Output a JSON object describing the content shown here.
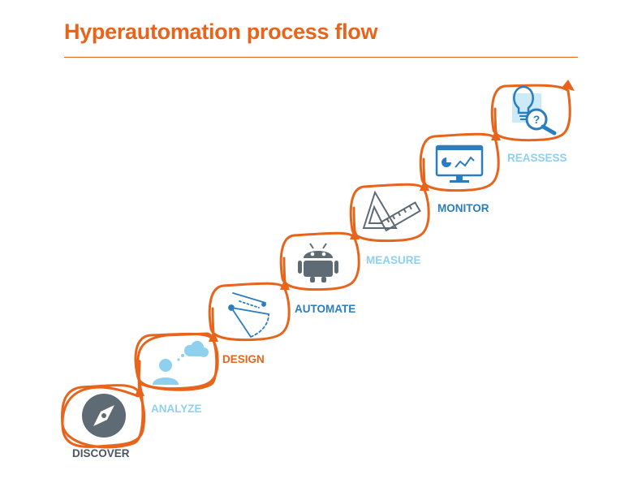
{
  "title": "Hyperautomation process flow",
  "colors": {
    "accent": "#e8641b",
    "icon_gray": "#5f6b74",
    "icon_blue": "#2a7dbf",
    "icon_light_blue": "#8ed0ee",
    "label_gray": "#4b5560",
    "label_light_blue": "#8ed0ee",
    "label_orange": "#e8641b",
    "label_blue": "#2a7dbf"
  },
  "stages": [
    {
      "label": "DISCOVER",
      "icon": "compass-icon",
      "label_color": "#4b5560"
    },
    {
      "label": "ANALYZE",
      "icon": "person-thought-cloud-icon",
      "label_color": "#8ed0ee"
    },
    {
      "label": "DESIGN",
      "icon": "drafting-compass-icon",
      "label_color": "#e8641b"
    },
    {
      "label": "AUTOMATE",
      "icon": "robot-icon",
      "label_color": "#2a7dbf"
    },
    {
      "label": "MEASURE",
      "icon": "triangle-ruler-icon",
      "label_color": "#8ed0ee"
    },
    {
      "label": "MONITOR",
      "icon": "monitor-chart-icon",
      "label_color": "#2a7dbf"
    },
    {
      "label": "REASSESS",
      "icon": "lightbulb-magnifier-icon",
      "label_color": "#8ed0ee"
    }
  ]
}
